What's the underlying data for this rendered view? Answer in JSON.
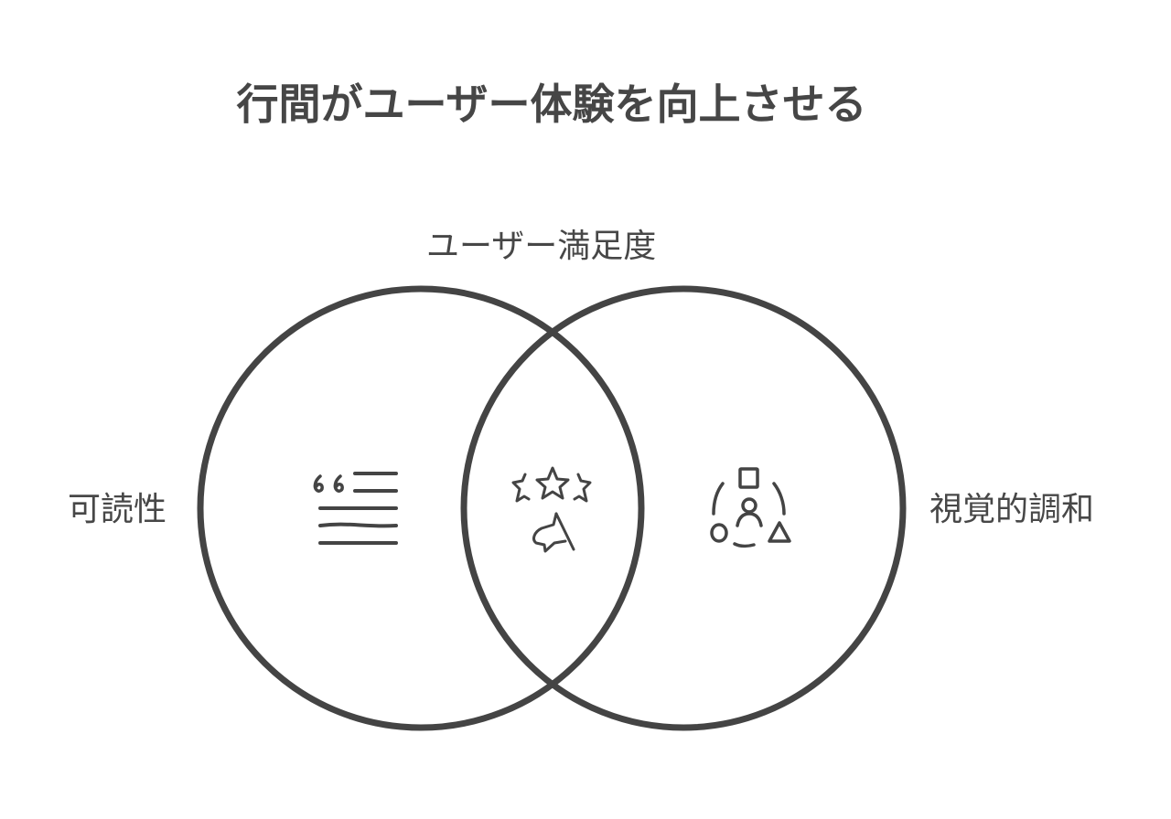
{
  "title": "行間がユーザー体験を向上させる",
  "diagram": {
    "type": "venn",
    "overlap_label": "ユーザー満足度",
    "sets": [
      {
        "label": "可読性",
        "icon": "quote-text-lines-icon"
      },
      {
        "label": "視覚的調和",
        "icon": "shapes-around-user-icon"
      }
    ],
    "intersection": {
      "label": "ユーザー満足度",
      "icon": "stars-rating-pointer-icon"
    }
  },
  "colors": {
    "stroke": "#444444",
    "text": "#474747",
    "background": "#ffffff"
  }
}
